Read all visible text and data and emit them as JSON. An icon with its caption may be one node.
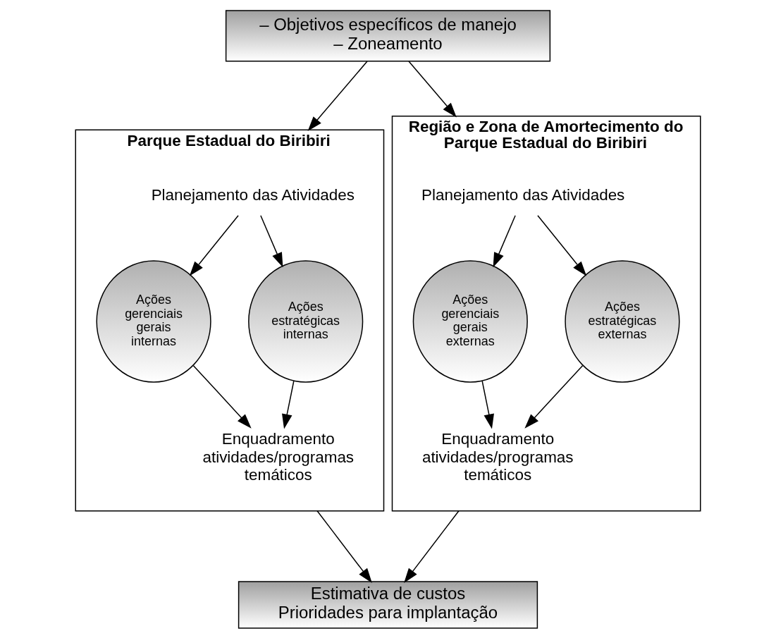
{
  "diagram": {
    "nodes": [
      {
        "text": [
          "– Objetivos específicos de manejo",
          "– Zoneamento"
        ]
      },
      {
        "text": [
          "Parque Estadual do Biribiri"
        ]
      },
      {
        "text": [
          "Planejamento das Atividades"
        ],
        "in": 1
      },
      {
        "text": [
          "Ações gerenciais gerais internas"
        ],
        "in": 1
      },
      {
        "text": [
          "Ações estratégicas internas"
        ],
        "in": 1
      },
      {
        "text": [
          "Enquadramento atividades/programas temáticos"
        ],
        "in": 1
      },
      {
        "text": [
          "Região e Zona de Amortecimento do Parque Estadual do Biribiri"
        ]
      },
      {
        "text": [
          "Planejamento das Atividades"
        ],
        "in": 6
      },
      {
        "text": [
          "Ações gerenciais gerais externas"
        ],
        "in": 6
      },
      {
        "text": [
          "Ações estratégicas externas"
        ],
        "in": 6
      },
      {
        "text": [
          "Enquadramento atividades/programas temáticos"
        ],
        "in": 6
      },
      {
        "text": [
          "Estimativa de custos",
          "Prioridades para implantação"
        ]
      }
    ],
    "edges": [
      {
        "from": 0,
        "to": 1,
        "arrow": "to"
      },
      {
        "from": 0,
        "to": 6,
        "arrow": "to"
      },
      {
        "from": 2,
        "to": 3,
        "arrow": "to"
      },
      {
        "from": 2,
        "to": 4,
        "arrow": "to"
      },
      {
        "from": 3,
        "to": 5,
        "arrow": "to"
      },
      {
        "from": 4,
        "to": 5,
        "arrow": "to"
      },
      {
        "from": 7,
        "to": 8,
        "arrow": "to"
      },
      {
        "from": 7,
        "to": 9,
        "arrow": "to"
      },
      {
        "from": 8,
        "to": 10,
        "arrow": "to"
      },
      {
        "from": 9,
        "to": 10,
        "arrow": "to"
      },
      {
        "from": 1,
        "to": 11,
        "arrow": "to"
      },
      {
        "from": 6,
        "to": 11,
        "arrow": "to"
      }
    ]
  }
}
